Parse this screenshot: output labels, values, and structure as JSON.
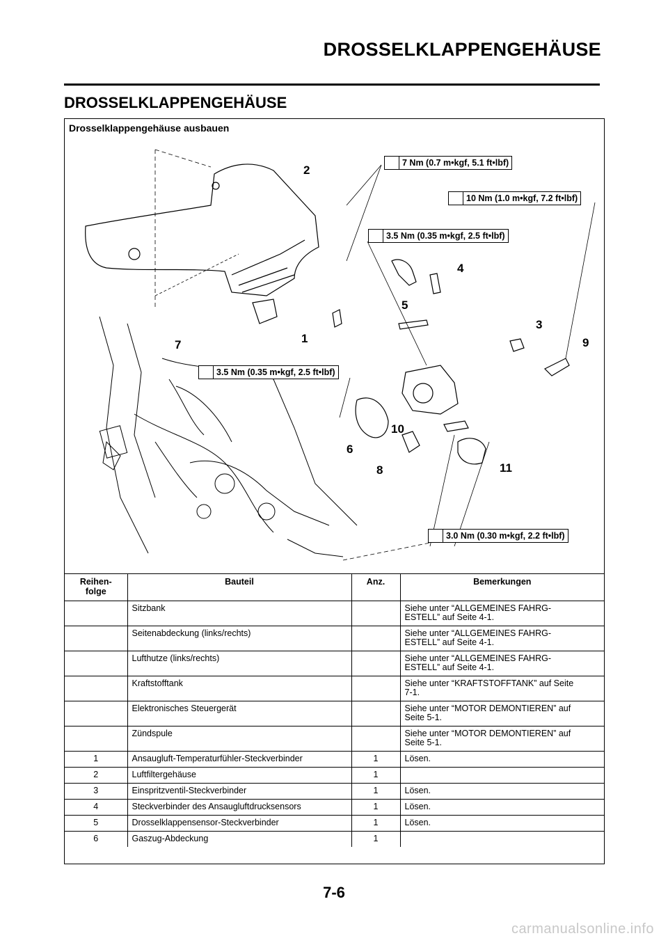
{
  "header": {
    "title": "DROSSELKLAPPENGEHÄUSE"
  },
  "section": {
    "title": "DROSSELKLAPPENGEHÄUSE"
  },
  "figure": {
    "caption": "Drosselklappengehäuse ausbauen",
    "torque_labels": [
      "7 Nm (0.7 m•kgf, 5.1 ft•lbf)",
      "10 Nm (1.0 m•kgf, 7.2 ft•lbf)",
      "3.5 Nm (0.35 m•kgf, 2.5 ft•lbf)",
      "3.5 Nm (0.35 m•kgf, 2.5 ft•lbf)",
      "3.0 Nm (0.30 m•kgf, 2.2 ft•lbf)"
    ],
    "callouts": [
      "2",
      "4",
      "5",
      "3",
      "9",
      "1",
      "7",
      "10",
      "6",
      "8",
      "11"
    ]
  },
  "table": {
    "headers": {
      "order": "Reihen-\nfolge",
      "part": "Bauteil",
      "qty": "Anz.",
      "remarks": "Bemerkungen"
    },
    "rows": [
      {
        "order": "",
        "part": "Sitzbank",
        "qty": "",
        "remarks": "Siehe unter “ALLGEMEINES FAHRG-\nESTELL” auf Seite 4-1."
      },
      {
        "order": "",
        "part": "Seitenabdeckung (links/rechts)",
        "qty": "",
        "remarks": "Siehe unter “ALLGEMEINES FAHRG-\nESTELL” auf Seite 4-1."
      },
      {
        "order": "",
        "part": "Lufthutze (links/rechts)",
        "qty": "",
        "remarks": "Siehe unter “ALLGEMEINES FAHRG-\nESTELL” auf Seite 4-1."
      },
      {
        "order": "",
        "part": "Kraftstofftank",
        "qty": "",
        "remarks": "Siehe unter “KRAFTSTOFFTANK” auf Seite\n7-1."
      },
      {
        "order": "",
        "part": "Elektronisches Steuergerät",
        "qty": "",
        "remarks": "Siehe unter “MOTOR DEMONTIEREN” auf\nSeite 5-1."
      },
      {
        "order": "",
        "part": "Zündspule",
        "qty": "",
        "remarks": "Siehe unter “MOTOR DEMONTIEREN” auf\nSeite 5-1."
      },
      {
        "order": "1",
        "part": "Ansaugluft-Temperaturfühler-Steckverbinder",
        "qty": "1",
        "remarks": "Lösen."
      },
      {
        "order": "2",
        "part": "Luftfiltergehäuse",
        "qty": "1",
        "remarks": ""
      },
      {
        "order": "3",
        "part": "Einspritzventil-Steckverbinder",
        "qty": "1",
        "remarks": "Lösen."
      },
      {
        "order": "4",
        "part": "Steckverbinder des Ansaugluftdrucksensors",
        "qty": "1",
        "remarks": "Lösen."
      },
      {
        "order": "5",
        "part": "Drosselklappensensor-Steckverbinder",
        "qty": "1",
        "remarks": "Lösen."
      },
      {
        "order": "6",
        "part": "Gaszug-Abdeckung",
        "qty": "1",
        "remarks": ""
      }
    ]
  },
  "footer": {
    "page_number": "7-6",
    "watermark": "carmanualsonline.info"
  }
}
